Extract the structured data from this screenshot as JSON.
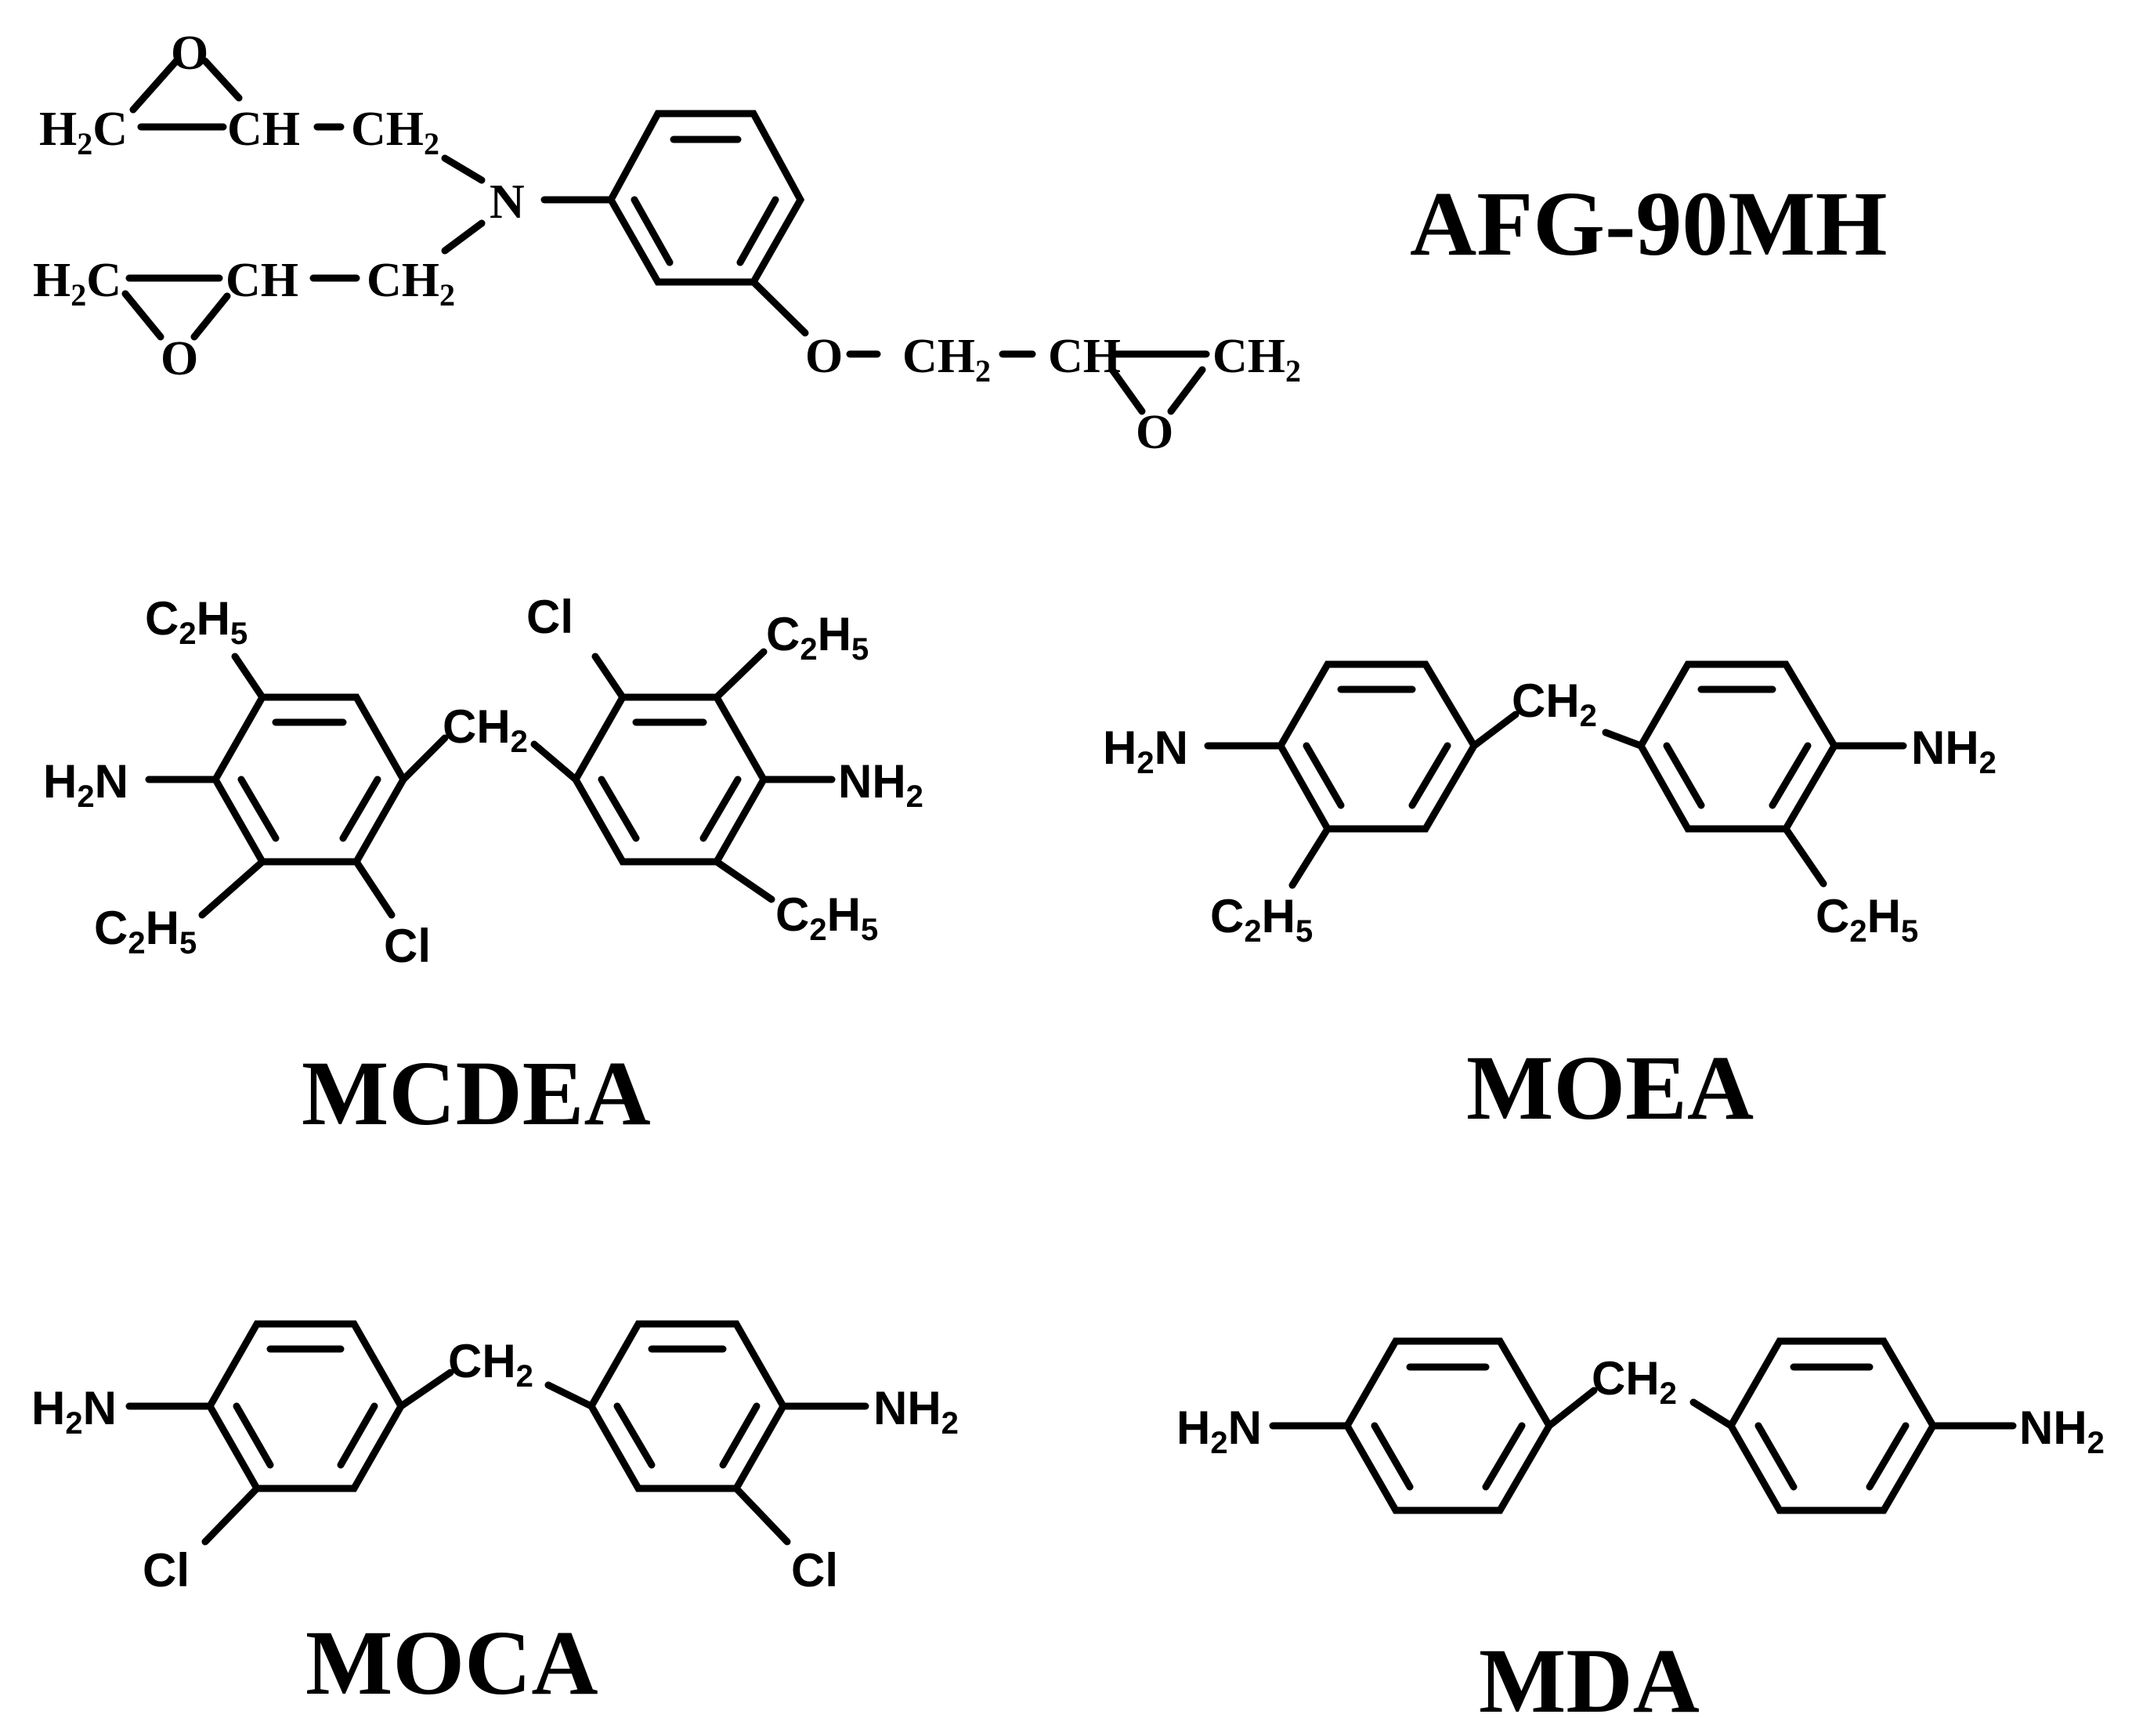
{
  "compounds": {
    "afg": {
      "name": "AFG-90MH",
      "labels": {
        "o_top": "O",
        "h2c_top": "H",
        "h2c_top_sub": "2",
        "h2c_top_c": "C",
        "ch_top": "CH",
        "ch2_top": "CH",
        "ch2_top_sub": "2",
        "n": "N",
        "h2c_bot": "H",
        "h2c_bot_sub": "2",
        "h2c_bot_c": "C",
        "ch_bot": "CH",
        "ch2_bot": "CH",
        "ch2_bot_sub": "2",
        "o_bot": "O",
        "o_ether": "O",
        "ch2_chain": "CH",
        "ch2_chain_sub": "2",
        "ch_chain": "CH",
        "ch2_end": "CH",
        "ch2_end_sub": "2",
        "o_epox": "O"
      }
    },
    "mcdea": {
      "name": "MCDEA",
      "labels": {
        "c2h5_tl": [
          "C",
          "2",
          "H",
          "5"
        ],
        "h2n": [
          "H",
          "2",
          "N"
        ],
        "c2h5_bl": [
          "C",
          "2",
          "H",
          "5"
        ],
        "cl_bl": "Cl",
        "ch2": [
          "CH",
          "2"
        ],
        "cl_tr": "Cl",
        "c2h5_tr": [
          "C",
          "2",
          "H",
          "5"
        ],
        "nh2": [
          "NH",
          "2"
        ],
        "c2h5_br": [
          "C",
          "2",
          "H",
          "5"
        ]
      }
    },
    "moea": {
      "name": "MOEA",
      "labels": {
        "h2n": [
          "H",
          "2",
          "N"
        ],
        "ch2": [
          "CH",
          "2"
        ],
        "nh2": [
          "NH",
          "2"
        ],
        "c2h5_l": [
          "C",
          "2",
          "H",
          "5"
        ],
        "c2h5_r": [
          "C",
          "2",
          "H",
          "5"
        ]
      }
    },
    "moca": {
      "name": "MOCA",
      "labels": {
        "h2n": [
          "H",
          "2",
          "N"
        ],
        "ch2": [
          "CH",
          "2"
        ],
        "nh2": [
          "NH",
          "2"
        ],
        "cl_l": "Cl",
        "cl_r": "Cl"
      }
    },
    "mda": {
      "name": "MDA",
      "labels": {
        "h2n": [
          "H",
          "2",
          "N"
        ],
        "ch2": [
          "CH",
          "2"
        ],
        "nh2": [
          "NH",
          "2"
        ]
      }
    }
  }
}
